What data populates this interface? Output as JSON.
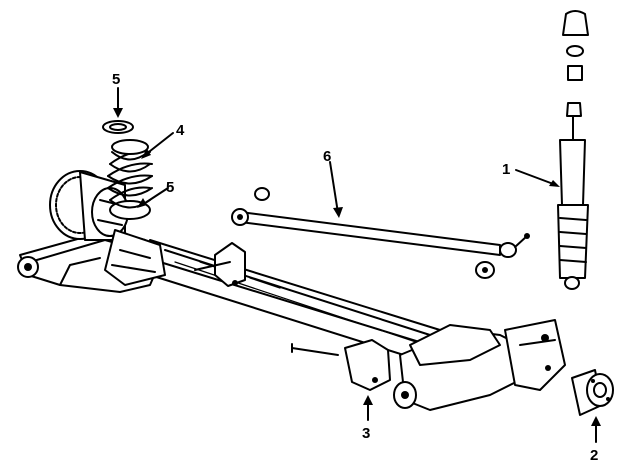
{
  "callouts": {
    "c1": "1",
    "c2": "2",
    "c3": "3",
    "c4": "4",
    "c5a": "5",
    "c5b": "5",
    "c6": "6"
  }
}
